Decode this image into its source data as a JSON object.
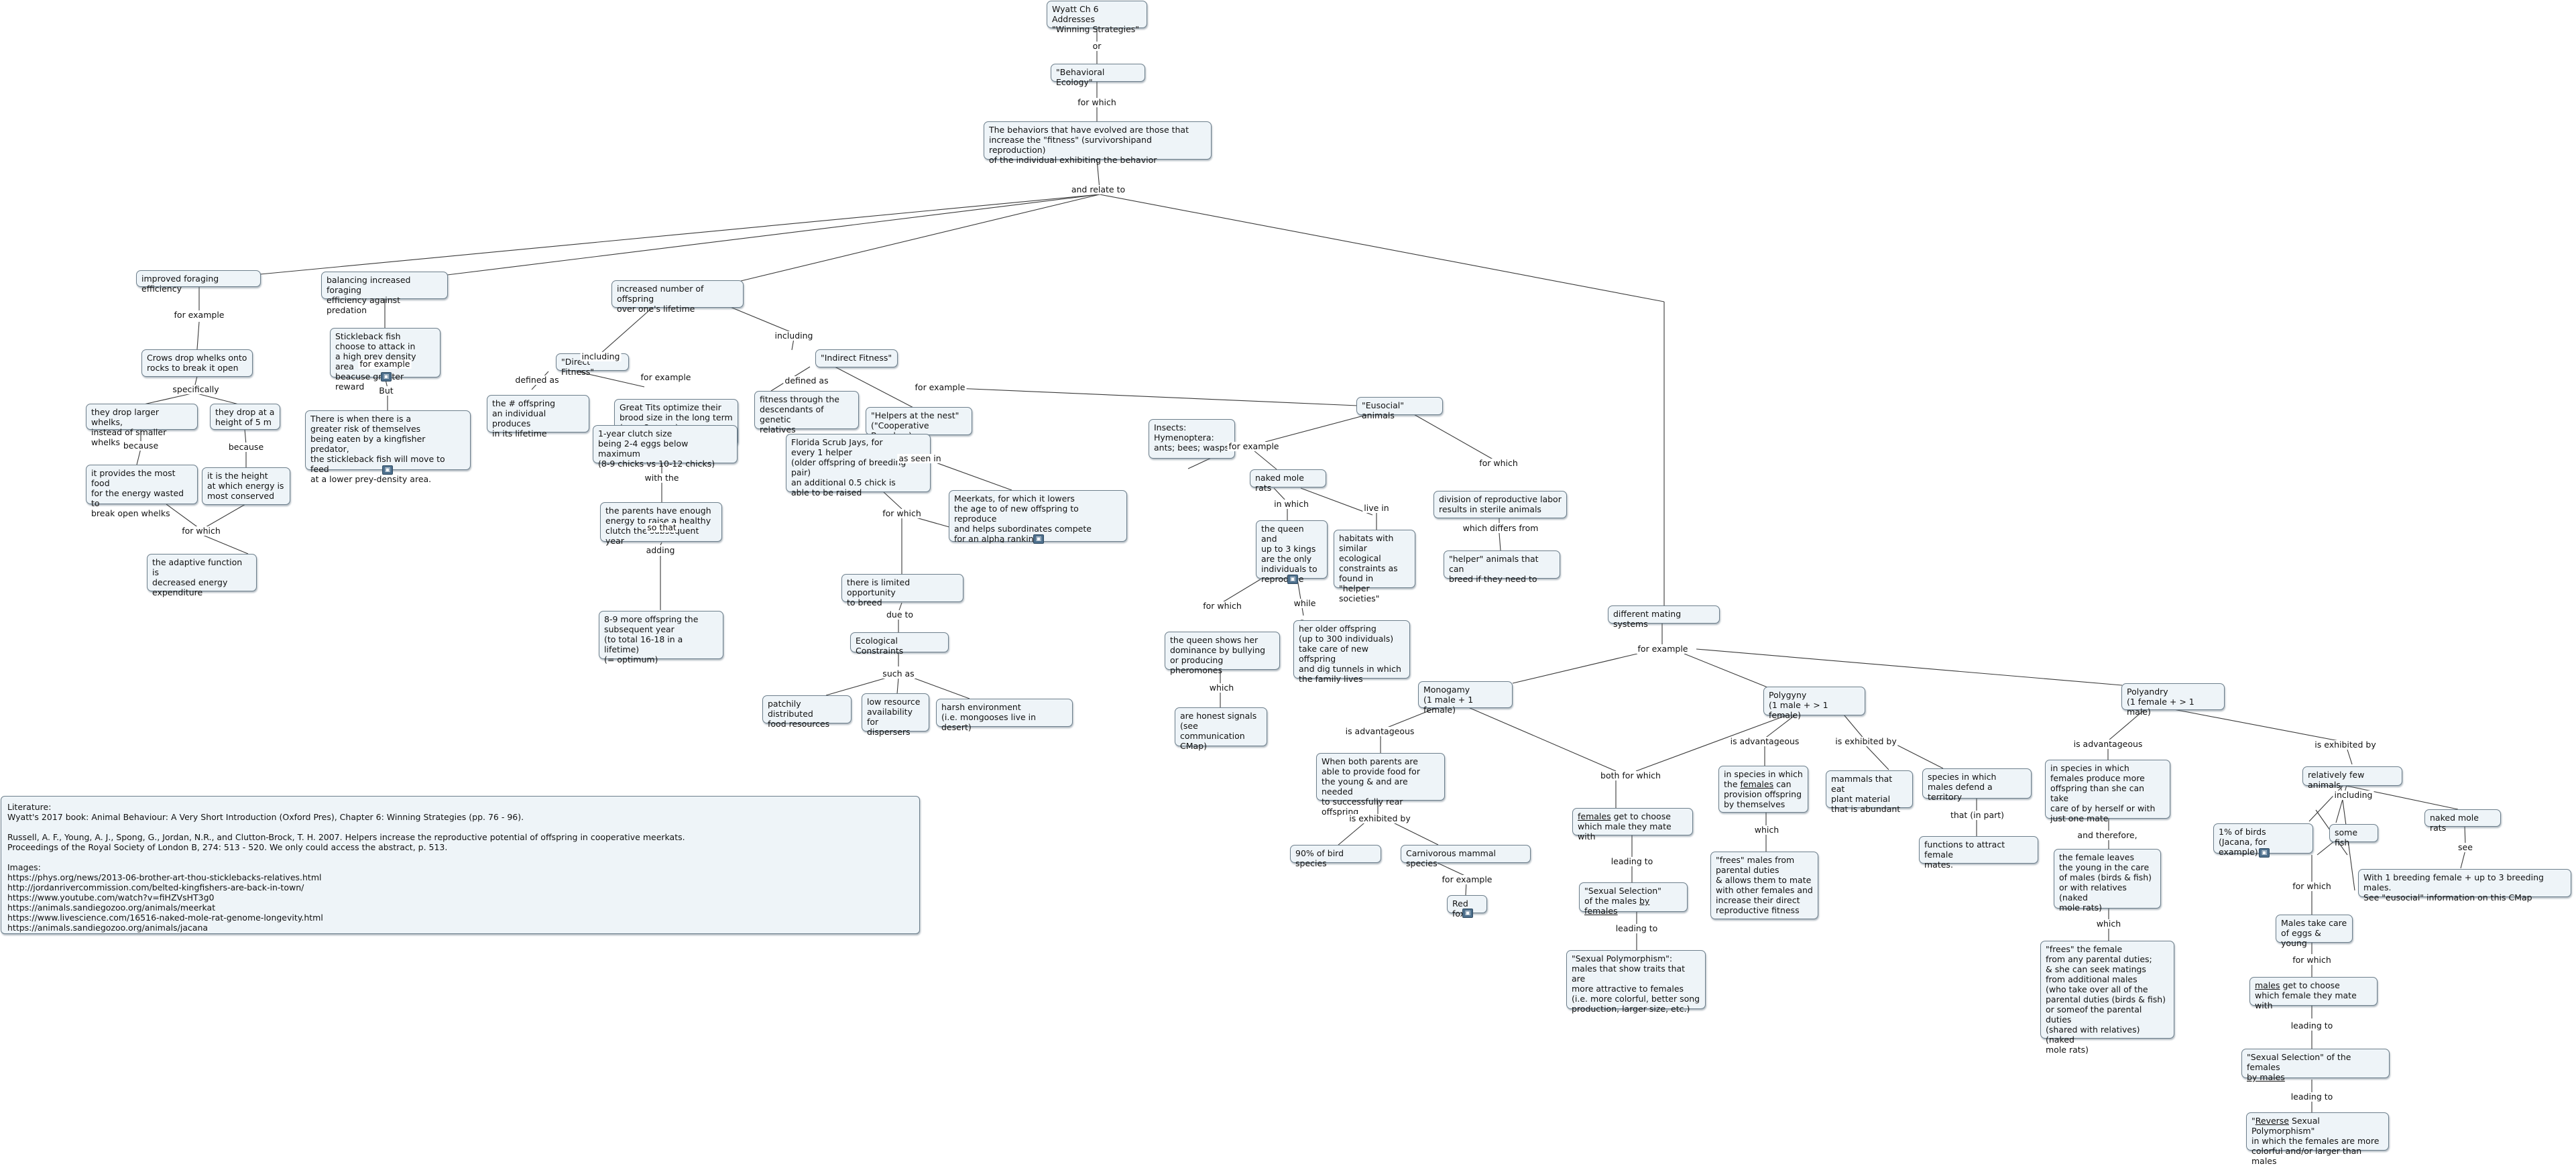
{
  "nodes": {
    "n1": "Wyatt Ch 6 Addresses\n\"Winning Strategies\"",
    "n2": "\"Behavioral Ecology\"",
    "n3": "The behaviors that have evolved are those that\nincrease the \"fitness\" (survivorshipand reproduction)\nof the individual exhibiting the behavior",
    "n4": "improved foraging efficiency",
    "n5": "balancing increased foraging\nefficiency against predation",
    "n6": "increased number of offspring\nover one's lifetime",
    "n7": "Crows drop whelks onto\nrocks to break it open",
    "n8": "they drop larger whelks,\ninstead of smaller whelks",
    "n9": "they drop at a\nheight of 5 m",
    "n10": "it provides the most food\nfor the energy wasted to\nbreak open whelks",
    "n11": "it is the height\nat which energy is\nmost conserved",
    "n12": "the adaptive function is\ndecreased energy\nexpenditure",
    "n13": "Stickleback fish\nchoose to attack in\na high prey density area\nbeacuse greater reward",
    "n14": "There is when there is a\ngreater risk of themselves\nbeing eaten by a kingfisher predator,\nthe stickleback fish will move to feed\nat a lower prey-density area.",
    "n15": "\"Direct Fitness\"",
    "n16": "the # offspring\nan individual produces\nin its lifetime",
    "n17": "Great Tits optimize their\nbrood size in the long term\n(over 2 years)",
    "n18": "1-year clutch size\nbeing 2-4 eggs below maximum\n(8-9 chicks vs 10-12 chicks)",
    "n19": "the parents have enough\nenergy to raise a healthy\n clutch the subsequent year",
    "n20": "8-9 more offspring the\nsubsequent year\n(to total 16-18 in a lifetime)\n(= optimum)",
    "n21": "\"Indirect Fitness\"",
    "n22": "fitness through the\ndescendants of genetic\nrelatives",
    "n23": "\"Helpers at the nest\"\n(\"Cooperative Breeders)",
    "n24": "Florida Scrub Jays, for\nevery 1 helper\n(older offspring of breeding pair)\nan additional 0.5 chick is\nable to be raised",
    "n25": "Meerkats, for which it lowers\nthe age to of new offspring to reproduce\nand helps subordinates compete\nfor an alpha ranking",
    "n26": "there is limited opportunity\nto breed",
    "n27": "Ecological Constraints",
    "n28": "patchily distributed\nfood resources",
    "n29": "low resource\navailability\nfor dispersers",
    "n30": "harsh environment\n(i.e. mongooses live in desert)",
    "n31": "\"Eusocial\" animals",
    "n32": "Insects:\nHymenoptera:\nants; bees; wasps",
    "n33": "naked mole rats",
    "n34": "the queen and\nup to 3 kings\nare the only\nindividuals to\nreproduce",
    "n35": "habitats with\nsimilar ecological\nconstraints as\nfound in\n\"helper societies\"",
    "n36": "the queen shows her\ndominance by bullying\nor producing pheromones",
    "n37": "her older offspring\n(up to 300 individuals)\ntake care of new offspring\nand dig tunnels in which\nthe family lives",
    "n38": "are honest signals\n(see communication\nCMap)",
    "n39": "division of reproductive labor\nresults in sterile animals",
    "n40": "\"helper\" animals that can\nbreed if they need to",
    "n41": "different mating systems",
    "n42": "Monogamy\n(1 male + 1 female)",
    "n43": "Polygyny\n(1 male + > 1 female)",
    "n44": "Polyandry\n(1 female + > 1 male)",
    "n45": "When both parents are\nable to provide food for\nthe young & and are needed\nto successfully rear offspring",
    "n46": "90% of bird species",
    "n47": "Carnivorous mammal species",
    "n48": "Red fox",
    "n49a": "females",
    "n49b": " get to choose\nwhich male they mate with",
    "n50a": "\"Sexual Selection\"\n of the males ",
    "n50b": "by females",
    "n51": "\"Sexual Polymorphism\":\nmales that show traits that are\nmore attractive to females\n(i.e. more colorful, better song\nproduction, larger size, etc.)",
    "n52a": "in species in which\nthe ",
    "n52b": "females",
    "n52c": " can\nprovision offspring\nby themselves",
    "n53": "\"frees\" males from\nparental duties\n& allows them to mate\nwith other females and\nincrease their direct\nreproductive fitness",
    "n54": "mammals that eat\nplant material\nthat is abundant",
    "n55": "species in which\nmales defend a territory",
    "n56": "functions to attract female\nmates.",
    "n57": "in species in which\nfemales produce more\noffspring than she can take\ncare of by herself or with\njust one mate",
    "n58": "the female leaves\nthe young in the care\nof males (birds & fish)\nor with relatives (naked\nmole rats)",
    "n59": "\"frees\" the female\nfrom any parental duties;\n& she can seek matings\nfrom additional males\n(who take over all of the\nparental duties (birds & fish)\nor someof the parental duties\n(shared with relatives) (naked\nmole rats)",
    "n60": "relatively few animals",
    "n61": "1% of birds\n(Jacana, for example)",
    "n62": "some fish",
    "n63": "naked mole rats",
    "n64": "With 1 breeding female + up to 3 breeding males.\nSee \"eusocial\" information on this CMap",
    "n65": "Males take care\nof eggs & young",
    "n66a": "males",
    "n66b": " get to choose\nwhich female they mate with",
    "n67a": "\"Sexual Selection\" of the females\n",
    "n67b": "by males",
    "n68a": "\"",
    "n68b": "Reverse",
    "n68c": " Sexual Polymorphism\"\nin which the females are more\ncolorful and/or larger than males",
    "literature": "Literature:\nWyatt's 2017 book:  Animal Behaviour: A Very Short Introduction (Oxford Pres), Chapter 6:  Winning Strategies (pp. 76 - 96).\n\nRussell, A. F., Young, A. J., Spong, G., Jordan, N.R., and Clutton-Brock, T. H. 2007.  Helpers increase the reproductive potential of offspring in cooperative meerkats.\nProceedings of the Royal Society of London B, 274: 513 - 520.  We only could access the abstract, p. 513.\n\nImages:\nhttps://phys.org/news/2013-06-brother-art-thou-sticklebacks-relatives.html\nhttp://jordanrivercommission.com/belted-kingfishers-are-back-in-town/\nhttps://www.youtube.com/watch?v=fiHZVsHT3g0\nhttps://animals.sandiegozoo.org/animals/meerkat\nhttps://www.livescience.com/16516-naked-mole-rat-genome-longevity.html\nhttps://animals.sandiegozoo.org/animals/jacana"
  },
  "links": {
    "l_or": "or",
    "l_forwhich1": "for which",
    "l_andrelate": "and relate to",
    "l_forex1": "for example",
    "l_specifically": "specifically",
    "l_because1": "because",
    "l_because2": "because",
    "l_forwhich2": "for which",
    "l_forex2": "for example",
    "l_but": "But",
    "l_including1": "including",
    "l_including2": "including",
    "l_definedas1": "defined as",
    "l_forex3": "for example",
    "l_withthe": "with the",
    "l_sothat": "so that",
    "l_adding": "adding",
    "l_definedas2": "defined as",
    "l_forex4": "for example",
    "l_asseenin": "as seen in",
    "l_forwhich3": "for which",
    "l_dueto": "due to",
    "l_suchas": "such as",
    "l_forex5": "for example",
    "l_inwhich": "in which",
    "l_livein": "live in",
    "l_forwhich4": "for which",
    "l_while": "while",
    "l_which1": "which",
    "l_forwhich5": "for which",
    "l_whichdiffers": "which differs from",
    "l_forex6": "for example",
    "l_isadv1": "is advantageous",
    "l_isexh1": "is exhibited by",
    "l_forex7": "for example",
    "l_bothforwhich": "both for which",
    "l_leadingto1": "leading to",
    "l_leadingto2": "leading to",
    "l_isadv2": "is advantageous",
    "l_which2": "which",
    "l_isexh2": "is exhibited by",
    "l_thatinpart": "that (in part)",
    "l_isadv3": "is advantageous",
    "l_andtherefore": "and therefore,",
    "l_which3": "which",
    "l_isexh3": "is exhibited by",
    "l_including3": "including",
    "l_see": "see",
    "l_forwhich6": "for which",
    "l_forwhich7": "for which",
    "l_leadingto3": "leading to",
    "l_leadingto4": "leading to"
  },
  "resource_icon": "image-attachment-icon"
}
